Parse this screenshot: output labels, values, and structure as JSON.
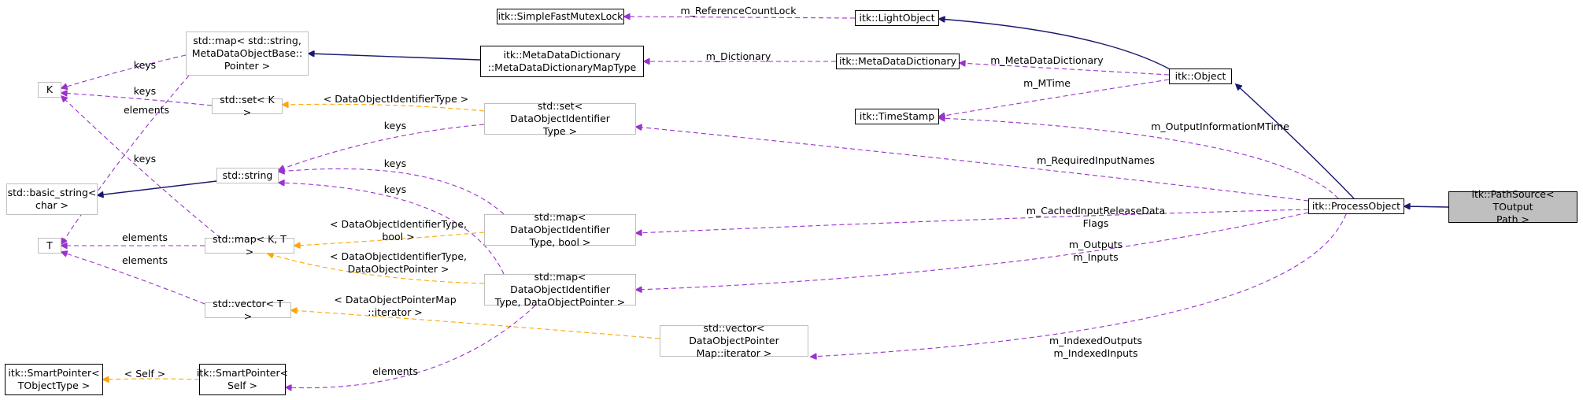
{
  "diagram": {
    "nodes": [
      {
        "id": "pathsource",
        "label": "itk::PathSource< TOutput\nPath >",
        "style": "current"
      },
      {
        "id": "processobject",
        "label": "itk::ProcessObject",
        "style": "black"
      },
      {
        "id": "object",
        "label": "itk::Object",
        "style": "black"
      },
      {
        "id": "lightobject",
        "label": "itk::LightObject",
        "style": "black"
      },
      {
        "id": "simplefastmutexlock",
        "label": "itk::SimpleFastMutexLock",
        "style": "black"
      },
      {
        "id": "metadatadictionary",
        "label": "itk::MetaDataDictionary",
        "style": "black"
      },
      {
        "id": "mddmaptype",
        "label": "itk::MetaDataDictionary\n::MetaDataDictionaryMapType",
        "style": "black"
      },
      {
        "id": "timestamp",
        "label": "itk::TimeStamp",
        "style": "black"
      },
      {
        "id": "stdmap_string_mdo",
        "label": "std::map< std::string,\nMetaDataObjectBase::\nPointer >",
        "style": "gray"
      },
      {
        "id": "K",
        "label": "K",
        "style": "gray"
      },
      {
        "id": "stdset_K",
        "label": "std::set< K >",
        "style": "gray"
      },
      {
        "id": "stdset_doit",
        "label": "std::set< DataObjectIdentifier\nType >",
        "style": "gray"
      },
      {
        "id": "stdstring",
        "label": "std::string",
        "style": "gray"
      },
      {
        "id": "basicstring",
        "label": "std::basic_string<\nchar >",
        "style": "gray"
      },
      {
        "id": "T",
        "label": "T",
        "style": "gray"
      },
      {
        "id": "stdmap_KT",
        "label": "std::map< K, T >",
        "style": "gray"
      },
      {
        "id": "stdmap_doit_bool",
        "label": "std::map< DataObjectIdentifier\nType, bool >",
        "style": "gray"
      },
      {
        "id": "stdmap_doit_dop",
        "label": "std::map< DataObjectIdentifier\nType, DataObjectPointer >",
        "style": "gray"
      },
      {
        "id": "stdvector_T",
        "label": "std::vector< T >",
        "style": "gray"
      },
      {
        "id": "stdvector_dopm",
        "label": "std::vector< DataObjectPointer\nMap::iterator >",
        "style": "gray"
      },
      {
        "id": "smartpointer_T",
        "label": "itk::SmartPointer<\nTObjectType >",
        "style": "black"
      },
      {
        "id": "smartpointer_self",
        "label": "itk::SmartPointer<\nSelf >",
        "style": "black"
      }
    ],
    "edges": [
      {
        "id": "e-pathsource-processobject",
        "from": "pathsource",
        "to": "processobject",
        "kind": "inherit",
        "label": ""
      },
      {
        "id": "e-processobject-object",
        "from": "processobject",
        "to": "object",
        "kind": "inherit",
        "label": ""
      },
      {
        "id": "e-object-lightobject",
        "from": "object",
        "to": "lightobject",
        "kind": "inherit",
        "label": ""
      },
      {
        "id": "e-lightobject-mutex",
        "from": "lightobject",
        "to": "simplefastmutexlock",
        "kind": "use",
        "label": "m_ReferenceCountLock"
      },
      {
        "id": "e-object-mdd",
        "from": "object",
        "to": "metadatadictionary",
        "kind": "use",
        "label": "m_MetaDataDictionary"
      },
      {
        "id": "e-object-timestamp",
        "from": "object",
        "to": "timestamp",
        "kind": "use",
        "label": "m_MTime"
      },
      {
        "id": "e-processobject-timestamp",
        "from": "processobject",
        "to": "timestamp",
        "kind": "use",
        "label": "m_OutputInformationMTime"
      },
      {
        "id": "e-mdd-maptype",
        "from": "metadatadictionary",
        "to": "mddmaptype",
        "kind": "use",
        "label": "m_Dictionary"
      },
      {
        "id": "e-maptype-stdmap",
        "from": "mddmaptype",
        "to": "stdmap_string_mdo",
        "kind": "inherit",
        "label": ""
      },
      {
        "id": "e-stdmap-K",
        "from": "stdmap_string_mdo",
        "to": "K",
        "kind": "use",
        "label": "keys"
      },
      {
        "id": "e-stdmap-T",
        "from": "stdmap_string_mdo",
        "to": "T",
        "kind": "use",
        "label": "elements"
      },
      {
        "id": "e-stdsetK-K",
        "from": "stdset_K",
        "to": "K",
        "kind": "use",
        "label": "keys"
      },
      {
        "id": "e-stdsetdoit-stdsetK",
        "from": "stdset_doit",
        "to": "stdset_K",
        "kind": "template",
        "label": "< DataObjectIdentifierType >"
      },
      {
        "id": "e-stdsetdoit-string",
        "from": "stdset_doit",
        "to": "stdstring",
        "kind": "use",
        "label": "keys"
      },
      {
        "id": "e-processobject-stdsetdoit",
        "from": "processobject",
        "to": "stdset_doit",
        "kind": "use",
        "label": "m_RequiredInputNames"
      },
      {
        "id": "e-string-basic",
        "from": "stdstring",
        "to": "basicstring",
        "kind": "inherit",
        "label": ""
      },
      {
        "id": "e-mapbool-string",
        "from": "stdmap_doit_bool",
        "to": "stdstring",
        "kind": "use",
        "label": "keys"
      },
      {
        "id": "e-mapdop-string",
        "from": "stdmap_doit_dop",
        "to": "stdstring",
        "kind": "use",
        "label": "keys"
      },
      {
        "id": "e-mapKT-K",
        "from": "stdmap_KT",
        "to": "K",
        "kind": "use",
        "label": "keys"
      },
      {
        "id": "e-mapKT-T",
        "from": "stdmap_KT",
        "to": "T",
        "kind": "use",
        "label": "elements"
      },
      {
        "id": "e-mapbool-mapKT",
        "from": "stdmap_doit_bool",
        "to": "stdmap_KT",
        "kind": "template",
        "label": "< DataObjectIdentifierType,\nbool >"
      },
      {
        "id": "e-mapdop-mapKT",
        "from": "stdmap_doit_dop",
        "to": "stdmap_KT",
        "kind": "template",
        "label": "< DataObjectIdentifierType,\nDataObjectPointer >"
      },
      {
        "id": "e-processobject-mapbool",
        "from": "processobject",
        "to": "stdmap_doit_bool",
        "kind": "use",
        "label": "m_CachedInputReleaseData\nFlags"
      },
      {
        "id": "e-processobject-mapdop",
        "from": "processobject",
        "to": "stdmap_doit_dop",
        "kind": "use",
        "label": "m_Outputs\nm_Inputs"
      },
      {
        "id": "e-vectorT-T",
        "from": "stdvector_T",
        "to": "T",
        "kind": "use",
        "label": "elements"
      },
      {
        "id": "e-vectordopm-vectorT",
        "from": "stdvector_dopm",
        "to": "stdvector_T",
        "kind": "template",
        "label": "< DataObjectPointerMap\n::iterator >"
      },
      {
        "id": "e-processobject-vectordopm",
        "from": "processobject",
        "to": "stdvector_dopm",
        "kind": "use",
        "label": "m_IndexedOutputs\nm_IndexedInputs"
      },
      {
        "id": "e-mapdop-smartself",
        "from": "stdmap_doit_dop",
        "to": "smartpointer_self",
        "kind": "use",
        "label": "elements"
      },
      {
        "id": "e-smartself-smartT",
        "from": "smartpointer_self",
        "to": "smartpointer_T",
        "kind": "template",
        "label": "< Self >"
      }
    ]
  },
  "colors": {
    "inherit": "#191970",
    "use": "#9a32cd",
    "template": "#ffa500",
    "current_fill": "#bfbfbf",
    "gray_border": "#bfbfbf",
    "black_border": "#000000"
  }
}
